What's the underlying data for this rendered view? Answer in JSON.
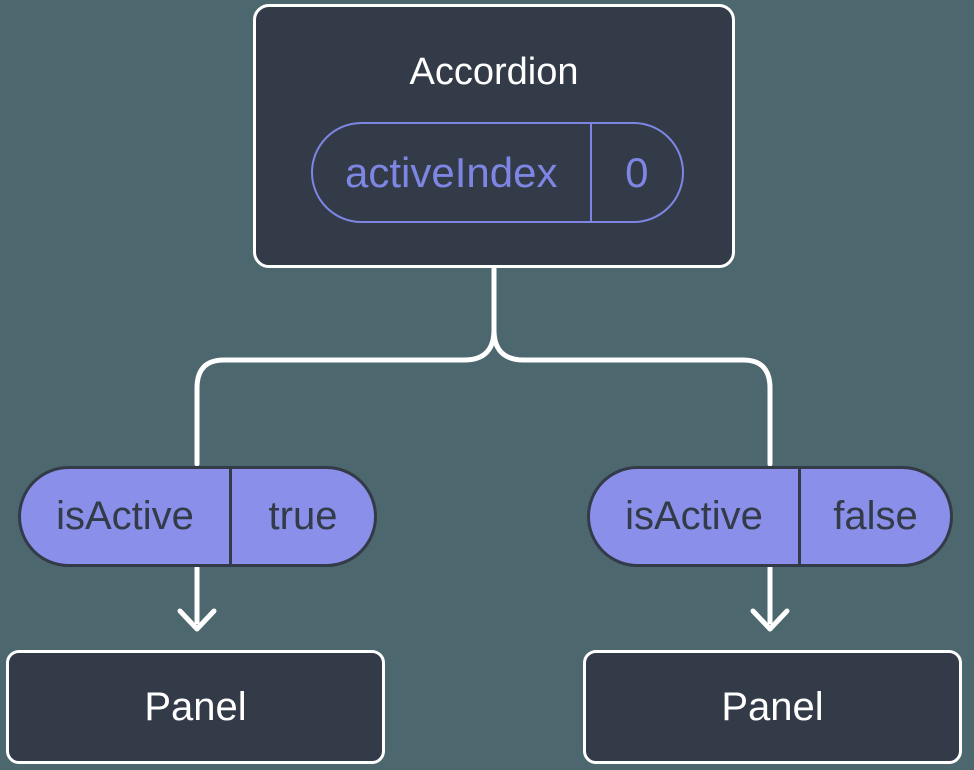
{
  "background": "#4D676E",
  "colors": {
    "node_fill": "#333B48",
    "node_border": "#FFFFFF",
    "accent_purple": "#7E86E4",
    "pill_fill": "#8A8FE9",
    "pill_dark_text": "#323B47",
    "connector_line": "#FFFFFF"
  },
  "root_node": {
    "title": "Accordion",
    "prop": {
      "name": "activeIndex",
      "value": "0"
    }
  },
  "child_nodes": [
    {
      "prop": {
        "name": "isActive",
        "value": "true"
      },
      "label": "Panel"
    },
    {
      "prop": {
        "name": "isActive",
        "value": "false"
      },
      "label": "Panel"
    }
  ]
}
